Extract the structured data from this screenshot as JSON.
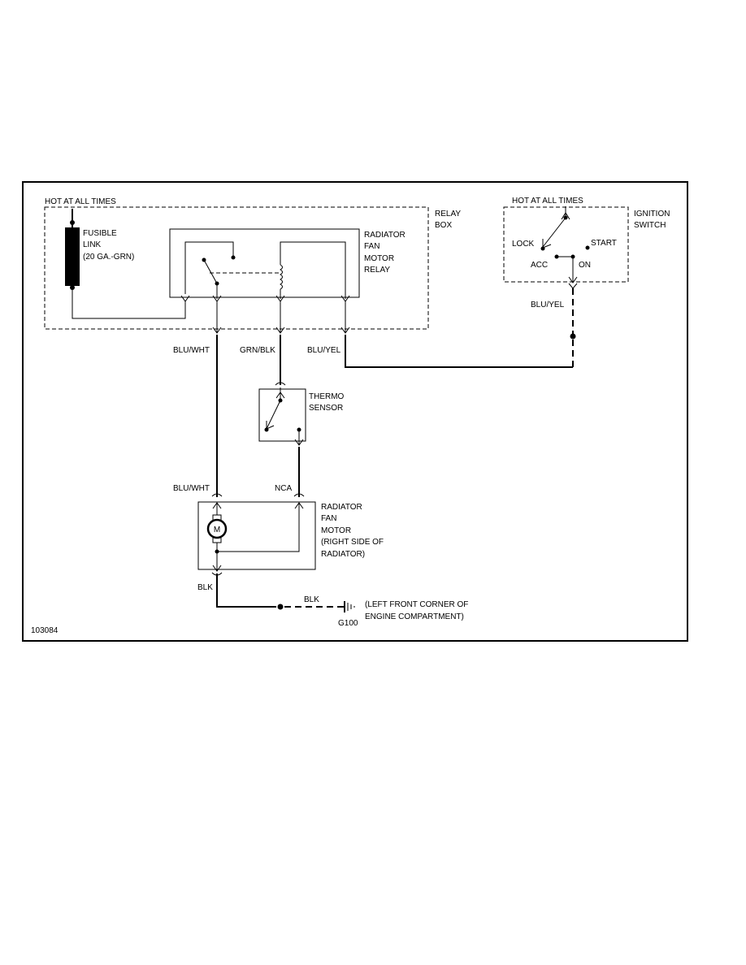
{
  "diagram_id": "103084",
  "relay_box": {
    "hot_label": "HOT AT ALL TIMES",
    "box_label_1": "RELAY",
    "box_label_2": "BOX",
    "fusible_1": "FUSIBLE",
    "fusible_2": "LINK",
    "fusible_3": "(20 GA.-GRN)",
    "relay_1": "RADIATOR",
    "relay_2": "FAN",
    "relay_3": "MOTOR",
    "relay_4": "RELAY"
  },
  "ignition": {
    "hot_label": "HOT AT ALL TIMES",
    "label_1": "IGNITION",
    "label_2": "SWITCH",
    "lock": "LOCK",
    "start": "START",
    "acc": "ACC",
    "on": "ON"
  },
  "wires": {
    "blu_wht_top": "BLU/WHT",
    "grn_blk": "GRN/BLK",
    "blu_yel_relay": "BLU/YEL",
    "blu_yel_ign": "BLU/YEL",
    "blu_wht_bottom": "BLU/WHT",
    "nca": "NCA",
    "blk_motor": "BLK",
    "blk_ground": "BLK"
  },
  "thermo": {
    "label_1": "THERMO",
    "label_2": "SENSOR"
  },
  "motor": {
    "symbol": "M",
    "label_1": "RADIATOR",
    "label_2": "FAN",
    "label_3": "MOTOR",
    "label_4": "(RIGHT SIDE OF",
    "label_5": "RADIATOR)"
  },
  "ground": {
    "id": "G100",
    "label_1": "(LEFT FRONT CORNER OF",
    "label_2": "ENGINE COMPARTMENT)"
  }
}
